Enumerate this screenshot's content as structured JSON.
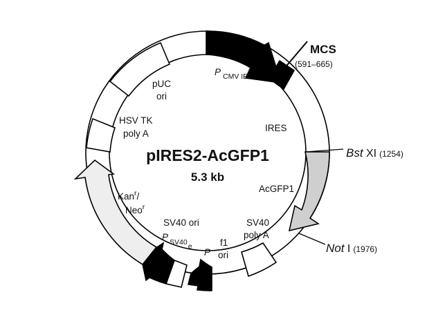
{
  "plasmid": {
    "name": "pIRES2-AcGFP1",
    "size": "5.3 kb"
  },
  "features": {
    "pcmv_p": "P",
    "pcmv_sub": "CMV IE",
    "mcs_title": "MCS",
    "mcs_range": "(591–665)",
    "ires": "IRES",
    "acgfp1": "AcGFP1",
    "sv40_polya_1": "SV40",
    "sv40_polya_2": "poly A",
    "f1_1": "f1",
    "f1_2": "ori",
    "p_lac": "P",
    "sv40_ori": "SV40 ori",
    "psv40_p": "P",
    "psv40_sub": "SV40",
    "psv40_e": "e",
    "kan_1": "Kan",
    "kan_r": "r",
    "kan_slash": "/",
    "neo": "Neo",
    "neo_r": "r",
    "hsv_1": "HSV TK",
    "hsv_2": "poly A",
    "puc_1": "pUC",
    "puc_2": "ori"
  },
  "sites": {
    "bstxi_name_italic": "Bst",
    "bstxi_name_rest": " XI",
    "bstxi_pos": "(1254)",
    "noti_name_italic": "Not",
    "noti_name_rest": " I",
    "noti_pos": "(1976)"
  },
  "colors": {
    "black": "#000000",
    "acgfp1_fill": "#cfcfcf",
    "kan_fill": "#eeeeee",
    "white": "#ffffff"
  }
}
